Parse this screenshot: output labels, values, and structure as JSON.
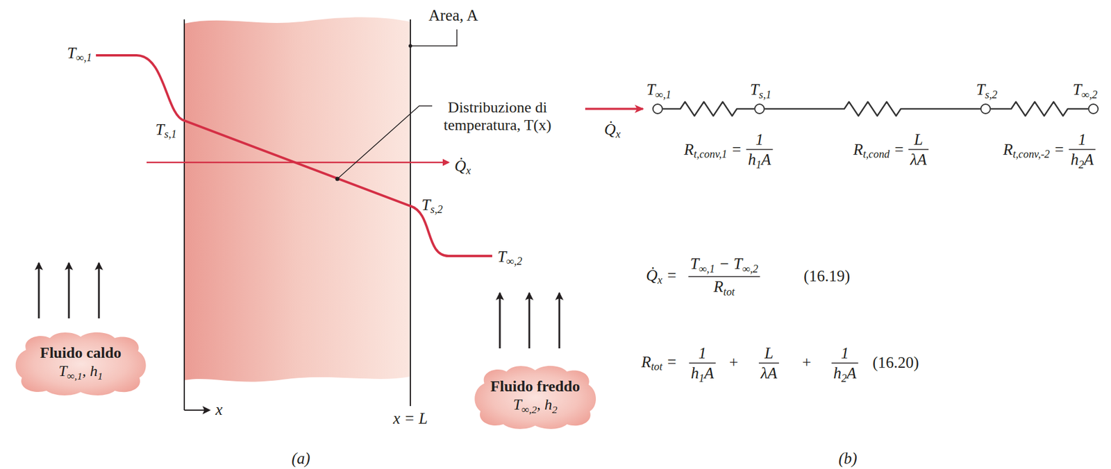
{
  "diagram": {
    "nodes": [
      {
        "text": [
          "Fluido caldo",
          "T∞,1, h1"
        ]
      },
      {
        "text": [
          "Fluido freddo",
          "T∞,2, h2"
        ]
      },
      {
        "text": [
          "T∞,1"
        ]
      },
      {
        "text": [
          "Ts,1"
        ]
      },
      {
        "text": [
          "Ts,2"
        ]
      },
      {
        "text": [
          "T∞,2"
        ]
      }
    ],
    "edges": [
      {
        "from": 2,
        "to": 3,
        "arrow": "none"
      },
      {
        "from": 3,
        "to": 4,
        "arrow": "none"
      },
      {
        "from": 4,
        "to": 5,
        "arrow": "none"
      }
    ],
    "labels": [
      "Area, A",
      "T∞,1",
      "Ts,1",
      "Distribuzione di temperatura, T(x)",
      "Q̇x",
      "Ts,2",
      "T∞,2",
      "x",
      "x = L",
      "(a)",
      "Q̇x",
      "Rt,conv,1 =",
      "1",
      "h1A",
      "Rt,cond =",
      "L",
      "λA",
      "Rt,conv,-2 =",
      "1",
      "h2A",
      "Q̇x =",
      "T∞,1 − T∞,2",
      "Rtot",
      "(16.19)",
      "Rtot =",
      "1",
      "h1A",
      "+",
      "L",
      "λA",
      "+",
      "1",
      "h2A",
      "(16.20)",
      "(b)"
    ]
  }
}
